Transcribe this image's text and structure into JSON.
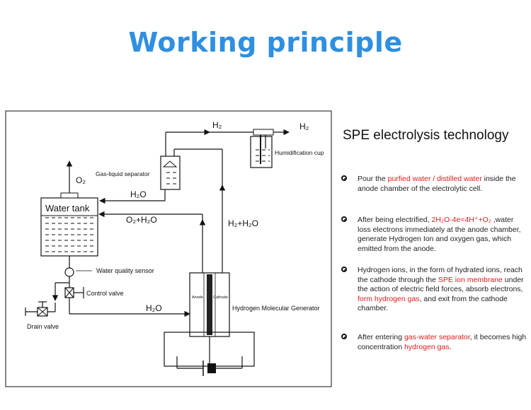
{
  "page": {
    "title": "Working principle"
  },
  "diagram": {
    "labels": {
      "o2": "O₂",
      "h2_top": "H₂",
      "h2_out": "H₂",
      "h2o_return": "H₂O",
      "o2_h2o": "O₂+H₂O",
      "h2_h2o": "H₂+H₂O",
      "h2o_feed": "H₂O",
      "water_tank": "Water tank",
      "gas_liquid_separator": "Gas-liquid separator",
      "humidification_cup": "Humidification cup",
      "water_quality_sensor": "Water quality sensor",
      "control_valve": "Control valve",
      "drain_valve": "Drain valve",
      "anode": "Anode",
      "cathode": "Cathode",
      "hydrogen_molecular_generator": "Hydrogen Molecular Generator"
    }
  },
  "panel": {
    "title": "SPE electrolysis technology",
    "bullets": [
      {
        "parts": [
          {
            "text": "Pour the ",
            "red": false
          },
          {
            "text": "purfied water / distilled water",
            "red": true
          },
          {
            "text": " inside the anode chamber of the electrolytic cell.",
            "red": false
          }
        ]
      },
      {
        "parts": [
          {
            "text": "After being electrified, ",
            "red": false
          },
          {
            "text": "2H₂O-4e=4H⁺+O₂",
            "red": true
          },
          {
            "text": " ,water loss electrons immediately at the anode chamber, generate Hydrogen Ion and oxygen gas, which emitted from the anode.",
            "red": false
          }
        ]
      },
      {
        "parts": [
          {
            "text": "Hydrogen ions, in the form of hydrated ions, reach the cathode through the ",
            "red": false
          },
          {
            "text": "SPE ion membrane",
            "red": true
          },
          {
            "text": " under the action of electric field forces, absorb electrons, ",
            "red": false
          },
          {
            "text": "form hydrogen gas",
            "red": true
          },
          {
            "text": ", and exit from the cathode chamber.",
            "red": false
          }
        ]
      },
      {
        "parts": [
          {
            "text": "After entering ",
            "red": false
          },
          {
            "text": "gas-water separator",
            "red": true
          },
          {
            "text": ", it becomes high concentration ",
            "red": false
          },
          {
            "text": "hydrogen gas",
            "red": true
          },
          {
            "text": ".",
            "red": false
          }
        ]
      }
    ]
  }
}
